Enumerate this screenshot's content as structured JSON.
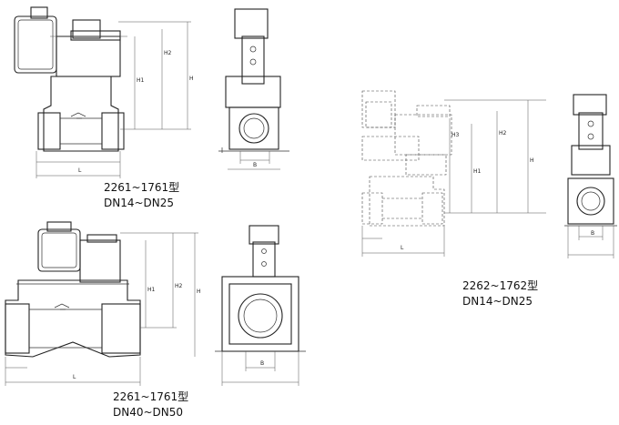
{
  "views": [
    {
      "id": "top-left",
      "model": "2261~1761型",
      "size": "DN14~DN25",
      "dimension_labels": [
        "L",
        "B",
        "H1",
        "H2",
        "H"
      ]
    },
    {
      "id": "bottom-left",
      "model": "2261~1761型",
      "size": "DN40~DN50",
      "dimension_labels": [
        "L",
        "B",
        "H1",
        "H2",
        "H"
      ]
    },
    {
      "id": "right",
      "model": "2262~1762型",
      "size": "DN14~DN25",
      "dimension_labels": [
        "L",
        "B",
        "H1",
        "H2",
        "H3",
        "H"
      ]
    }
  ]
}
